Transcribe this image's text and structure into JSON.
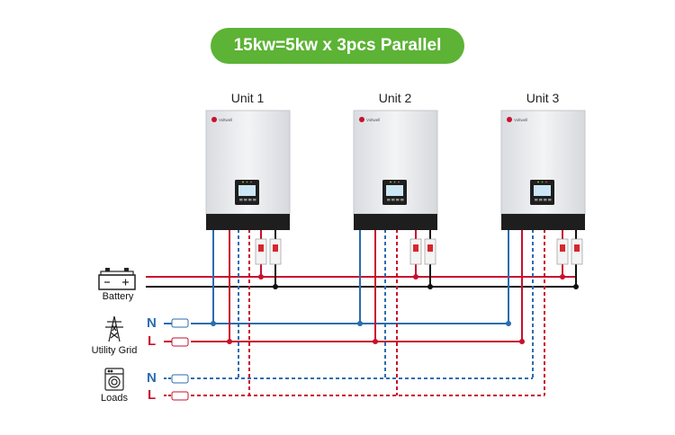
{
  "title": "15kw=5kw x 3pcs Parallel",
  "units": [
    {
      "label": "Unit 1",
      "brand": "Voltwell"
    },
    {
      "label": "Unit 2",
      "brand": "Voltwell"
    },
    {
      "label": "Unit 3",
      "brand": "Voltwell"
    }
  ],
  "battery": {
    "label": "Battery"
  },
  "grid": {
    "label": "Utility Grid",
    "n": "N",
    "l": "L"
  },
  "loads": {
    "label": "Loads",
    "n": "N",
    "l": "L"
  },
  "colors": {
    "title_bg": "#5cb335",
    "neutral_wire": "#2b6cb0",
    "live_wire": "#c8102e",
    "black_wire": "#111111",
    "inverter_body": "#e9ebee",
    "inverter_base": "#1e1e1e"
  }
}
